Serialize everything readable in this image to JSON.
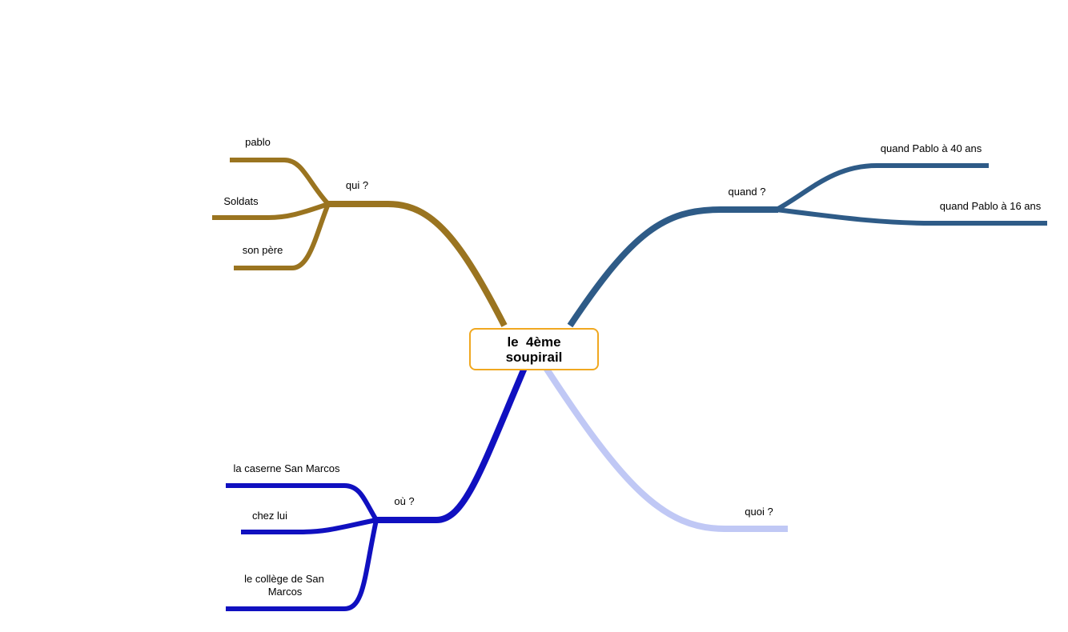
{
  "central_topic": {
    "line1": "le  4ème",
    "line2": "soupirail",
    "border_color": "#f0a820"
  },
  "branches": {
    "qui": {
      "label": "qui ?",
      "color": "#9a7420",
      "children": [
        "pablo",
        "Soldats",
        "son père"
      ]
    },
    "quand": {
      "label": "quand ?",
      "color": "#2e5b87",
      "children": [
        "quand Pablo à 40 ans",
        "quand Pablo à 16 ans"
      ]
    },
    "ou": {
      "label": "où ?",
      "color": "#1010c0",
      "children": [
        "la caserne San Marcos",
        "chez lui",
        "le  collège  de  San",
        "Marcos"
      ]
    },
    "quoi": {
      "label": "quoi ?",
      "color": "#c0c8f5",
      "children": []
    }
  }
}
